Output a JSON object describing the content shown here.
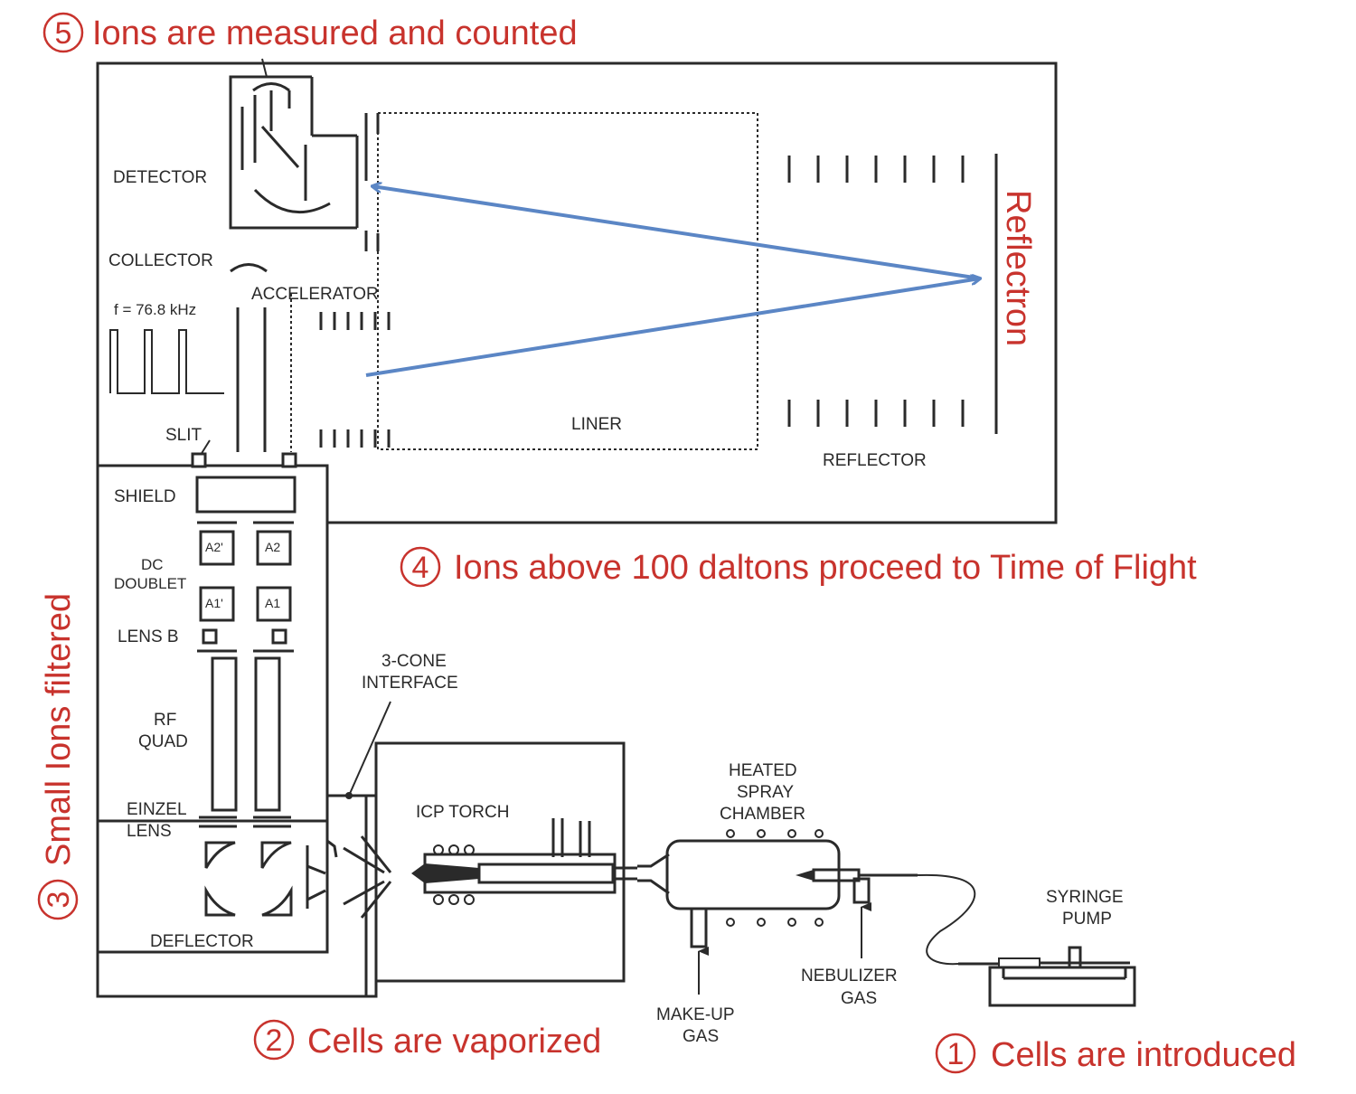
{
  "steps": {
    "s5": {
      "num": "5",
      "text": "Ions are measured and counted"
    },
    "s4": {
      "num": "4",
      "text": "Ions above 100 daltons proceed to Time of Flight"
    },
    "s3": {
      "num": "3",
      "text": "Small Ions filtered"
    },
    "s2": {
      "num": "2",
      "text": "Cells are vaporized"
    },
    "s1": {
      "num": "1",
      "text": "Cells are introduced"
    },
    "reflectron": "Reflectron"
  },
  "labels": {
    "detector": "DETECTOR",
    "collector": "COLLECTOR",
    "accelerator": "ACCELERATOR",
    "frequency": "f = 76.8 kHz",
    "liner": "LINER",
    "reflector": "REFLECTOR",
    "slit": "SLIT",
    "shield": "SHIELD",
    "dc": "DC",
    "doublet": "DOUBLET",
    "a2p": "A2'",
    "a2": "A2",
    "a1p": "A1'",
    "a1": "A1",
    "lens_b": "LENS B",
    "rf": "RF",
    "quad": "QUAD",
    "einzel": "EINZEL",
    "lens": "LENS",
    "deflector": "DEFLECTOR",
    "cone3": "3-CONE",
    "interface": "INTERFACE",
    "icp_torch": "ICP TORCH",
    "heated": "HEATED",
    "spray": "SPRAY",
    "chamber": "CHAMBER",
    "syringe": "SYRINGE",
    "pump": "PUMP",
    "nebulizer": "NEBULIZER",
    "gas_neb": "GAS",
    "makeup": "MAKE-UP",
    "gas_makeup": "GAS"
  },
  "colors": {
    "annotation": "#c8332d",
    "ion_path": "#5b86c5",
    "line": "#2a2a2a"
  }
}
